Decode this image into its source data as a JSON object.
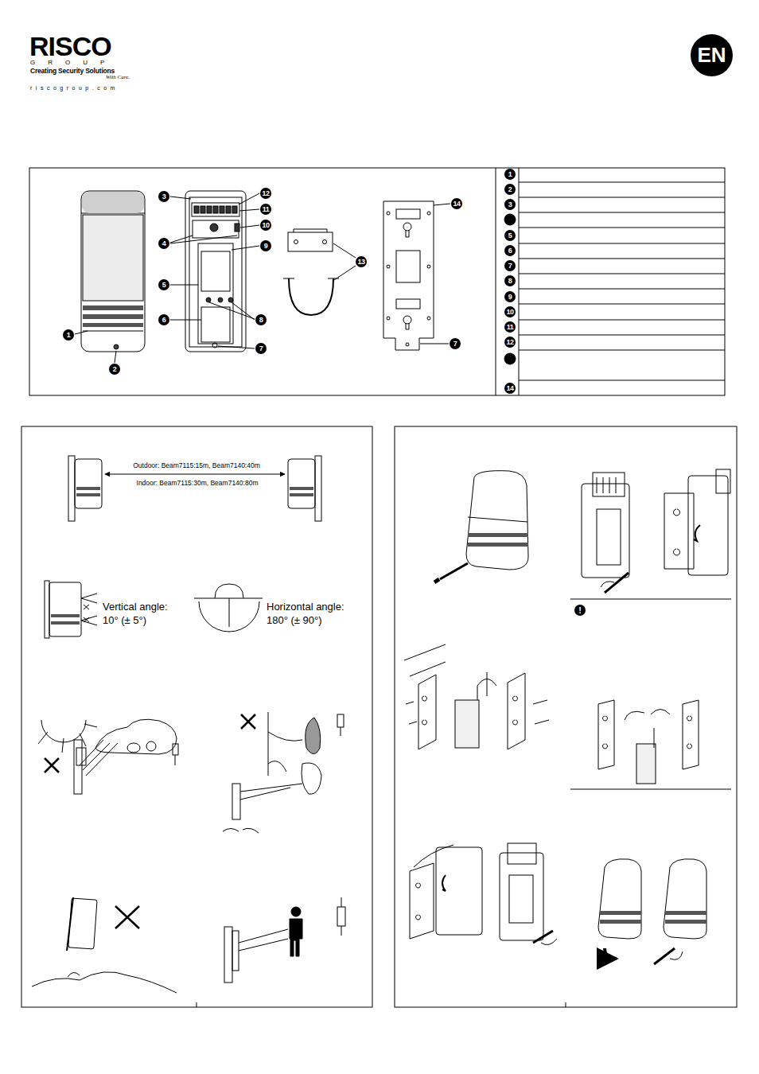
{
  "diagram": {
    "nodes": [
      {
        "text": [
          "EN"
        ]
      }
    ],
    "labels": [
      "RISCO",
      "GROUP",
      "Creating Security Solutions",
      "With Care.",
      "riscogroup.com",
      "3",
      "12",
      "11",
      "10",
      "4",
      "9",
      "5",
      "13",
      "14",
      "6",
      "8",
      "1",
      "7",
      "7",
      "2",
      "1",
      "2",
      "3",
      "5",
      "6",
      "7",
      "8",
      "9",
      "10",
      "11",
      "12",
      "14",
      "Outdoor: Beam7115:15m, Beam7140:40m",
      "Indoor: Beam7115:30m, Beam7140:80m",
      "Vertical angle:",
      "10° (± 5°)",
      "Horizontal angle:",
      "180° (± 90°)",
      "!"
    ]
  }
}
